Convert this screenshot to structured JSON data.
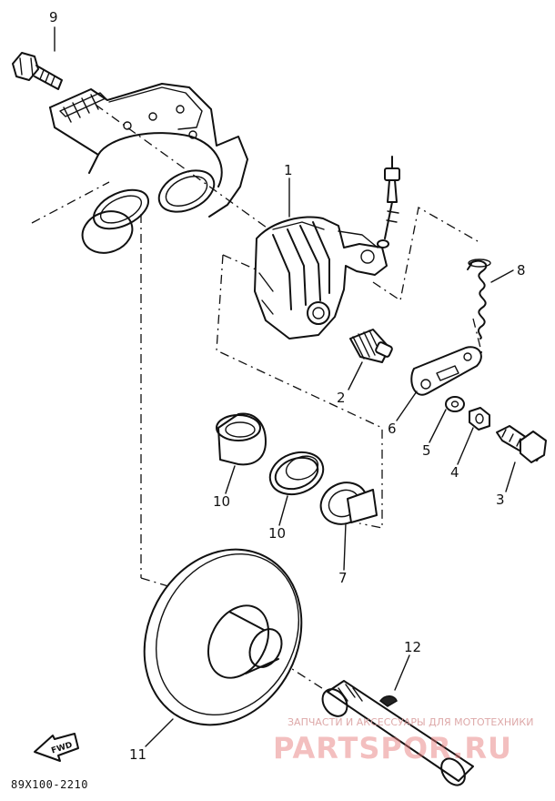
{
  "callouts": [
    {
      "id": "1",
      "label": "1"
    },
    {
      "id": "2",
      "label": "2"
    },
    {
      "id": "3",
      "label": "3"
    },
    {
      "id": "4",
      "label": "4"
    },
    {
      "id": "5",
      "label": "5"
    },
    {
      "id": "6",
      "label": "6"
    },
    {
      "id": "7",
      "label": "7"
    },
    {
      "id": "8",
      "label": "8"
    },
    {
      "id": "9",
      "label": "9"
    },
    {
      "id": "10a",
      "label": "10"
    },
    {
      "id": "10b",
      "label": "10"
    },
    {
      "id": "11",
      "label": "11"
    },
    {
      "id": "12",
      "label": "12"
    }
  ],
  "catalog_code": "89X100-2210",
  "direction_badge": "FWD",
  "watermark": {
    "tagline": "ЗАПЧАСТИ И АКСЕССУАРЫ ДЛЯ МОТОТЕХНИКИ",
    "brand": "PARTSPOR.RU"
  }
}
